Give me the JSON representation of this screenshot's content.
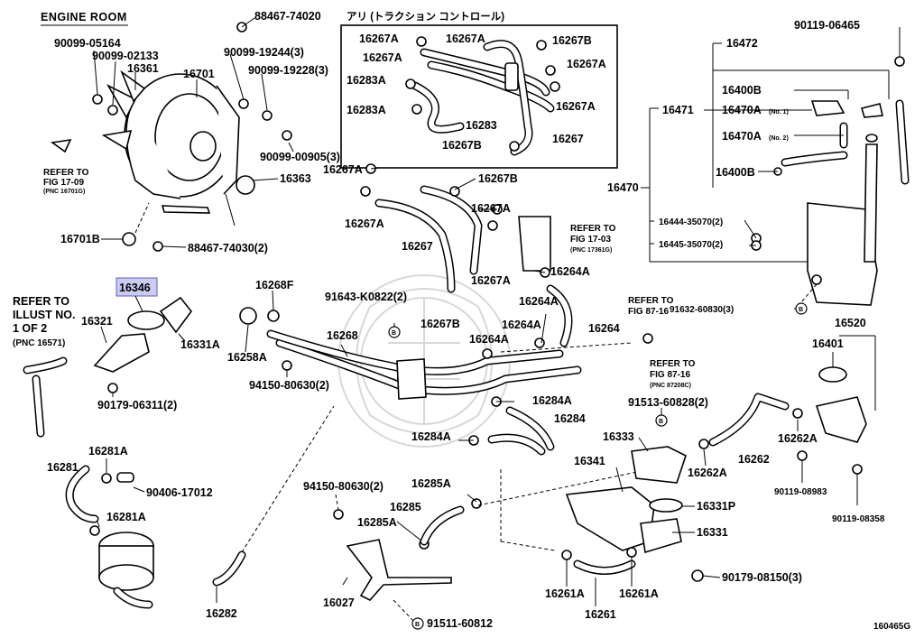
{
  "diagram": {
    "top_title": "ENGINE ROOM",
    "box_title": "アリ (トラクション コントロール)",
    "drawing_id": "160465G",
    "highlight_color": "#c9cdf3",
    "refer_notes": {
      "fan": [
        "REFER TO",
        "FIG 17-09",
        "(PNC 16701G)"
      ],
      "illust": [
        "REFER TO",
        "ILLUST NO.",
        "1 OF 2",
        "(PNC 16571)"
      ],
      "fig1703": [
        "REFER TO",
        "FIG 17-03",
        "(PNC 17361G)"
      ],
      "fig8716a": [
        "REFER TO",
        "FIG 87-16"
      ],
      "fig8716b": [
        "REFER TO",
        "FIG 87-16",
        "(PNC 87208C)"
      ]
    },
    "labels": {
      "p88467_74020": "88467-74020",
      "p90099_05164": "90099-05164",
      "p90099_02133": "90099-02133",
      "p16361": "16361",
      "p16701": "16701",
      "p90099_19244": "90099-19244(3)",
      "p90099_19228": "90099-19228(3)",
      "p90099_00905": "90099-00905(3)",
      "p16363": "16363",
      "p16701B": "16701B",
      "p88467_74030": "88467-74030(2)",
      "p16346": "16346",
      "p16321": "16321",
      "p16331A": "16331A",
      "p90179_06311": "90179-06311(2)",
      "p16268F": "16268F",
      "p16258A": "16258A",
      "p16268": "16268",
      "p94150_80630a": "94150-80630(2)",
      "p91643_K0822": "91643-K0822(2)",
      "p16267B_mid": "16267B",
      "p16267A_m1": "16267A",
      "p16267A_m2": "16267A",
      "p16267B_m1": "16267B",
      "p16267A_m3": "16267A",
      "p16267_mid": "16267",
      "p16267A_m4": "16267A",
      "p16264A_1": "16264A",
      "p16264A_2": "16264A",
      "p16264A_3": "16264A",
      "p16264A_4": "16264A",
      "p16264": "16264",
      "p16284A_1": "16284A",
      "p16284": "16284",
      "p16284A_2": "16284A",
      "p16281": "16281",
      "p16281A_1": "16281A",
      "p16281A_2": "16281A",
      "p90406_17012": "90406-17012",
      "p16282": "16282",
      "p94150_80630b": "94150-80630(2)",
      "p16285A_1": "16285A",
      "p16285": "16285",
      "p16285A_2": "16285A",
      "p16027": "16027",
      "p91511_60812": "91511-60812",
      "p16341": "16341",
      "p16333": "16333",
      "p16331P": "16331P",
      "p16331": "16331",
      "p16261A_1": "16261A",
      "p16261A_2": "16261A",
      "p16261": "16261",
      "p90179_08150": "90179-08150(3)",
      "p91513_60828": "91513-60828(2)",
      "p16262A_1": "16262A",
      "p16262": "16262",
      "p16262A_2": "16262A",
      "p16401": "16401",
      "p16520": "16520",
      "p90119_08983": "90119-08983",
      "p90119_08358": "90119-08358",
      "p90119_06465": "90119-06465",
      "p16472": "16472",
      "p16471": "16471",
      "p16470": "16470",
      "p16400B_1": "16400B",
      "p16470A_1": "16470A",
      "p16470A_2": "16470A",
      "no1": "(No. 1)",
      "no2": "(No. 2)",
      "p16400B_2": "16400B",
      "p16444_35070": "16444-35070(2)",
      "p16445_35070": "16445-35070(2)",
      "p91632_60830": "91632-60830(3)",
      "b1_16267A": "16267A",
      "b1_16267B": "16267B",
      "b1_16267A_2": "16267A",
      "b1_16283A": "16283A",
      "b1_16267A_3": "16267A",
      "b1_16283A_2": "16283A",
      "b1_16283": "16283",
      "b1_16267B_2": "16267B",
      "b1_16267": "16267",
      "b1_16267A_4": "16267A",
      "b_mark": "B"
    }
  }
}
